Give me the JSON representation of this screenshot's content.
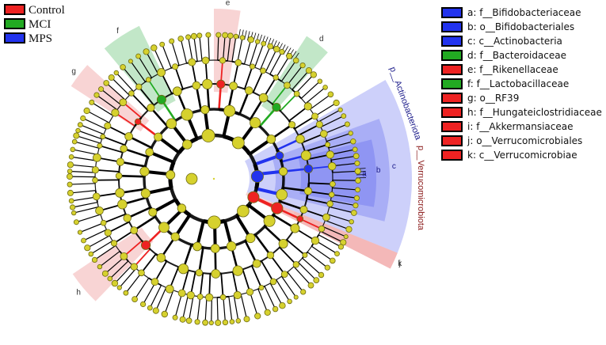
{
  "colors": {
    "control": "#ee2222",
    "mci": "#22aa22",
    "mps": "#2233ee",
    "node": "#d6d12e",
    "mps_shade": "#4a56ee",
    "control_shade": "#f2b0b0",
    "mci_shade": "#8fd49a"
  },
  "group_legend": [
    {
      "label": "Control",
      "group": "control"
    },
    {
      "label": "MCI",
      "group": "mci"
    },
    {
      "label": "MPS",
      "group": "mps"
    }
  ],
  "taxa_legend": [
    {
      "letter": "a",
      "label": "a: f__Bifidobacteriaceae",
      "group": "mps"
    },
    {
      "letter": "b",
      "label": "b: o__Bifidobacteriales",
      "group": "mps"
    },
    {
      "letter": "c",
      "label": "c: c__Actinobacteria",
      "group": "mps"
    },
    {
      "letter": "d",
      "label": "d: f__Bacteroidaceae",
      "group": "mci"
    },
    {
      "letter": "e",
      "label": "e: f__Rikenellaceae",
      "group": "control"
    },
    {
      "letter": "f",
      "label": "f: f__Lactobacillaceae",
      "group": "mci"
    },
    {
      "letter": "g",
      "label": "g: o__RF39",
      "group": "control"
    },
    {
      "letter": "h",
      "label": "h: f__Hungateiclostridiaceae",
      "group": "control"
    },
    {
      "letter": "i",
      "label": "i: f__Akkermansiaceae",
      "group": "control"
    },
    {
      "letter": "j",
      "label": "j: o__Verrucomicrobiales",
      "group": "control"
    },
    {
      "letter": "k",
      "label": "k: c__Verrucomicrobiae",
      "group": "control"
    }
  ],
  "phylum_labels": {
    "actinobacteriota": "p__Actinobacteriota",
    "verrucomicrobiota": "p__Verrucomicrobiota"
  },
  "cladogram": {
    "type": "lefse-cladogram",
    "rank_rings": [
      "phylum",
      "class",
      "order",
      "family",
      "genus"
    ],
    "highlighted_clades": [
      {
        "letter": "a",
        "group": "mps"
      },
      {
        "letter": "b",
        "group": "mps"
      },
      {
        "letter": "c",
        "group": "mps"
      },
      {
        "letter": "d",
        "group": "mci"
      },
      {
        "letter": "e",
        "group": "control"
      },
      {
        "letter": "f",
        "group": "mci"
      },
      {
        "letter": "g",
        "group": "control"
      },
      {
        "letter": "h",
        "group": "control"
      },
      {
        "letter": "i",
        "group": "control"
      },
      {
        "letter": "j",
        "group": "control"
      },
      {
        "letter": "k",
        "group": "control"
      }
    ]
  }
}
